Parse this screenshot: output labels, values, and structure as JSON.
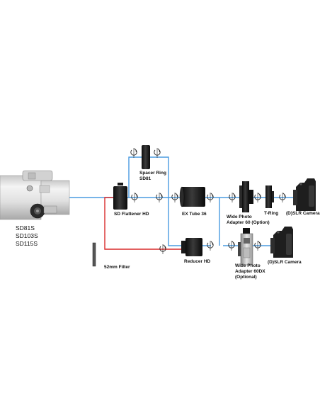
{
  "telescope": {
    "models": [
      "SD81S",
      "SD103S",
      "SD115S"
    ]
  },
  "labels": {
    "spacer_ring": [
      "Spacer Ring",
      "SD81"
    ],
    "sd_flattener": "SD Flattener HD",
    "filter": "52mm Filter",
    "reducer": "Reducer HD",
    "ex_tube": "EX Tube 36",
    "wide_adapter_60": [
      "Wide Photo",
      "Adapter 60 (Option)"
    ],
    "t_ring": "T-Ring",
    "camera_top": "(D)SLR Camera",
    "wide_adapter_60dx": [
      "Wide Photo",
      "Adapter 60DX",
      "(Optional)"
    ],
    "camera_bottom": "(D)SLR Camera"
  },
  "colors": {
    "path_blue": "#4a9be0",
    "path_red": "#d82a2a",
    "metal_light": "#e6e6e6",
    "metal_dark": "#1c1c1c"
  },
  "icons": [
    "rotation-arrow-icon"
  ]
}
